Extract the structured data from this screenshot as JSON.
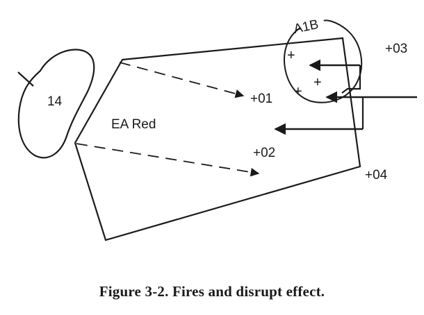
{
  "diagram": {
    "labels": {
      "area_name": "EA Red",
      "unit_number": "14",
      "target_area": "A1B",
      "point_01": "+01",
      "point_02": "+02",
      "point_03": "+03",
      "point_04": "+04",
      "plus_symbol": "+"
    },
    "colors": {
      "ink": "#1a1a1a",
      "background": "#ffffff"
    }
  },
  "caption": "Figure 3-2.  Fires and disrupt effect."
}
